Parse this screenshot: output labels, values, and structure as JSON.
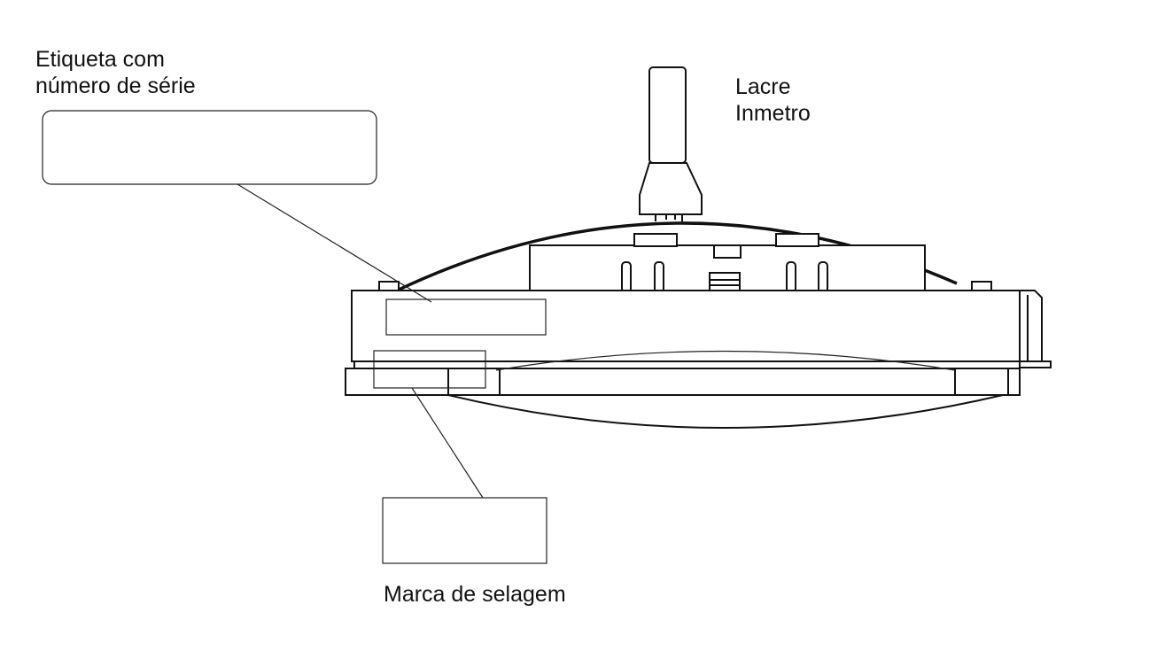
{
  "labels": {
    "serial_label": {
      "lines": [
        "Etiqueta com",
        "número de série"
      ]
    },
    "inmetro_seal": {
      "lines": [
        "Lacre",
        "Inmetro"
      ]
    },
    "sealing_mark": {
      "lines": [
        "Marca de selagem"
      ]
    }
  },
  "colors": {
    "line": "#111111",
    "background": "#ffffff"
  }
}
